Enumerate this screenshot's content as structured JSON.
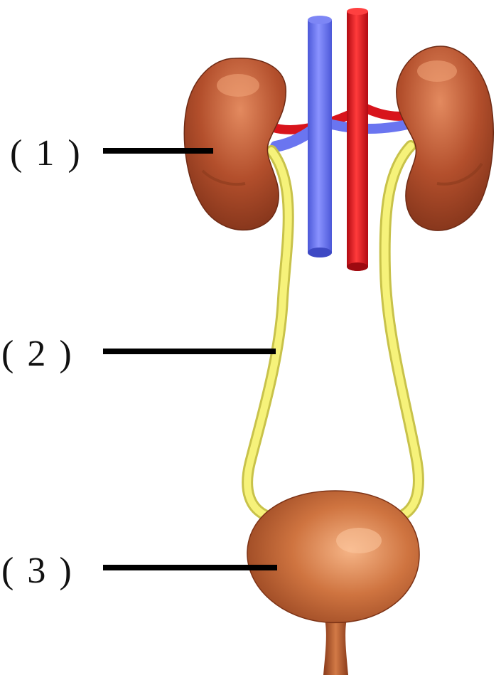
{
  "labels": {
    "kidney": "( 1 )",
    "ureter": "( 2 )",
    "bladder": "( 3 )"
  },
  "colors": {
    "kidney": "#b34f2c",
    "kidney_light": "#e38a5f",
    "vein": "#6a75f0",
    "artery": "#e0121b",
    "ureter": "#f3ef72",
    "bladder": "#c0602e",
    "bladder_light": "#eea070",
    "pointer_line": "#000000"
  }
}
